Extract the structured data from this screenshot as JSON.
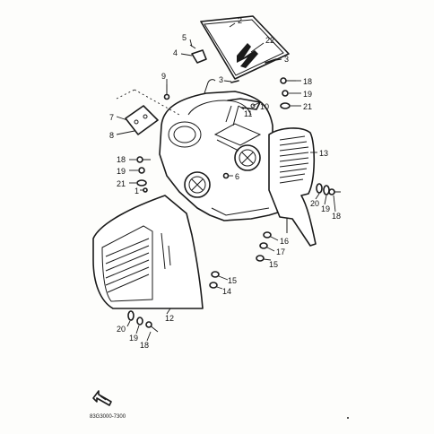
{
  "callouts": [
    {
      "id": "c2",
      "text": "2"
    },
    {
      "id": "c22",
      "text": "22"
    },
    {
      "id": "c5",
      "text": "5"
    },
    {
      "id": "c4",
      "text": "4"
    },
    {
      "id": "c3a",
      "text": "3"
    },
    {
      "id": "c9",
      "text": "9"
    },
    {
      "id": "c3b",
      "text": "3"
    },
    {
      "id": "c18a",
      "text": "18"
    },
    {
      "id": "c19a",
      "text": "19"
    },
    {
      "id": "c10",
      "text": "10"
    },
    {
      "id": "c11",
      "text": "11"
    },
    {
      "id": "c21a",
      "text": "21"
    },
    {
      "id": "c7",
      "text": "7"
    },
    {
      "id": "c8",
      "text": "8"
    },
    {
      "id": "c13",
      "text": "13"
    },
    {
      "id": "c18b",
      "text": "18"
    },
    {
      "id": "c19b",
      "text": "19"
    },
    {
      "id": "c6",
      "text": "6"
    },
    {
      "id": "c21b",
      "text": "21"
    },
    {
      "id": "c1",
      "text": "1"
    },
    {
      "id": "c20a",
      "text": "20"
    },
    {
      "id": "c19c",
      "text": "19"
    },
    {
      "id": "c18c",
      "text": "18"
    },
    {
      "id": "c16",
      "text": "16"
    },
    {
      "id": "c17",
      "text": "17"
    },
    {
      "id": "c15a",
      "text": "15"
    },
    {
      "id": "c15b",
      "text": "15"
    },
    {
      "id": "c14",
      "text": "14"
    },
    {
      "id": "c12",
      "text": "12"
    },
    {
      "id": "c20b",
      "text": "20"
    },
    {
      "id": "c19d",
      "text": "19"
    },
    {
      "id": "c18d",
      "text": "18"
    }
  ],
  "figure_code": "83G3000-7300"
}
